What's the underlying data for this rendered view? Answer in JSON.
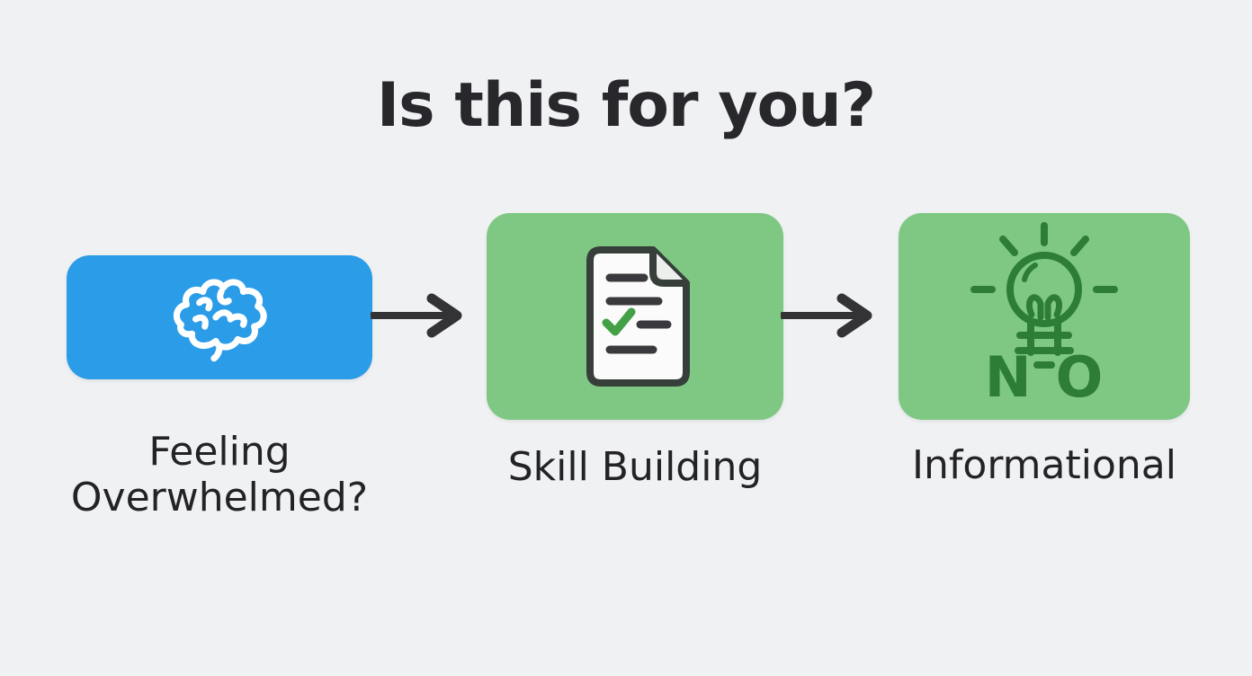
{
  "page": {
    "title": "Is this for you?",
    "background_color": "#f0f1f3",
    "title_color": "#28282c"
  },
  "flow": {
    "steps": [
      {
        "label": "Feeling Overwhelmed?",
        "icon": "brain-icon",
        "box_color": "#2b9ce8",
        "icon_color": "#ffffff"
      },
      {
        "label": "Skill Building",
        "icon": "document-checklist-icon",
        "box_color": "#7ec883",
        "icon_outline_color": "#363f3a",
        "check_color": "#43a047"
      },
      {
        "label": "Informational",
        "icon": "lightbulb-rays-icon",
        "box_color": "#7ec883",
        "icon_color": "#2e7d36",
        "overlay_text": "NO"
      }
    ],
    "connectors": [
      {
        "icon": "arrow-right-icon",
        "color": "#333336"
      },
      {
        "icon": "arrow-right-icon",
        "color": "#333336"
      }
    ]
  }
}
